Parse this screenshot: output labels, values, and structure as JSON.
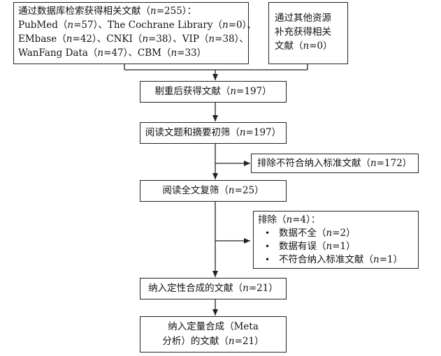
{
  "sources": {
    "database": {
      "line1": "通过数据库检索获得相关文献（n=255）：",
      "line2": "PubMed（n=57）、The Cochrane Library（n=0）、",
      "line3": "EMbase（n=42）、CNKI（n=38）、VIP（n=38）、",
      "line4": "WanFang Data（n=47）、CBM（n=33）"
    },
    "other": {
      "line1": "通过其他资源",
      "line2": "补充获得相关",
      "line3": "文献（n=0）"
    }
  },
  "steps": {
    "dedup": "剔重后获得文献（n=197）",
    "screen_title": "阅读文题和摘要初筛（n=197）",
    "exclude1": "排除不符合纳入标准文献（n=172）",
    "fulltext": "阅读全文复筛（n=25）",
    "exclude2": {
      "title": "排除（n=4）：",
      "items": [
        "数据不全（n=2）",
        "数据有误（n=1）",
        "不符合纳入标准文献（n=1）"
      ]
    },
    "qualitative": "纳入定性合成的文献（n=21）",
    "quantitative_line1": "纳入定量合成（Meta",
    "quantitative_line2": "分析）的文献（n=21）"
  },
  "colors": {
    "line": "#222222",
    "text": "#111111",
    "background": "#ffffff"
  }
}
